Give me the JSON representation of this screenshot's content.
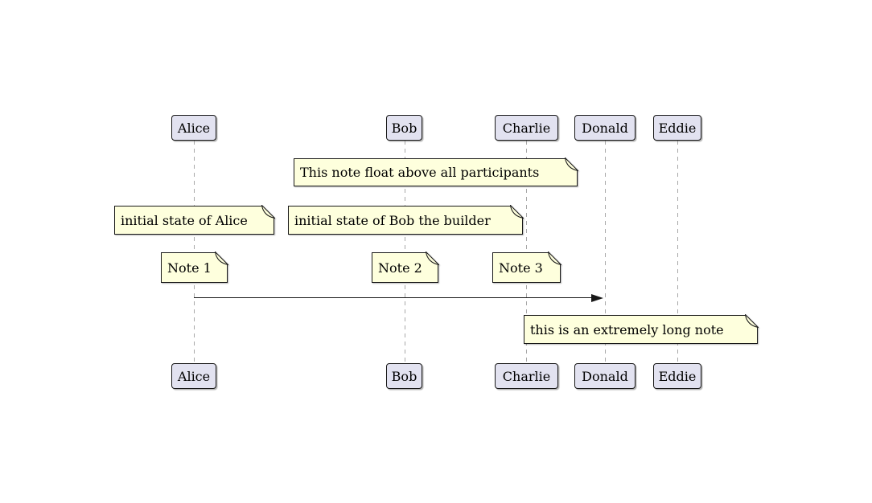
{
  "diagram": {
    "type": "sequence-diagram",
    "participants": [
      {
        "label": "Alice"
      },
      {
        "label": "Bob"
      },
      {
        "label": "Charlie"
      },
      {
        "label": "Donald"
      },
      {
        "label": "Eddie"
      }
    ],
    "notes": {
      "floating": "This note float above all participants",
      "alice_state": "initial state of Alice",
      "bob_state": "initial state of Bob the builder",
      "note1": "Note 1",
      "note2": "Note 2",
      "note3": "Note 3",
      "long_note": "this is an extremely long note"
    },
    "message": {
      "from": "Alice",
      "to": "Donald"
    },
    "colors": {
      "participant_fill": "#e2e2f0",
      "note_fill": "#feffdd",
      "border": "#181818",
      "lifeline": "#a8a8a8",
      "background": "#ffffff"
    }
  }
}
